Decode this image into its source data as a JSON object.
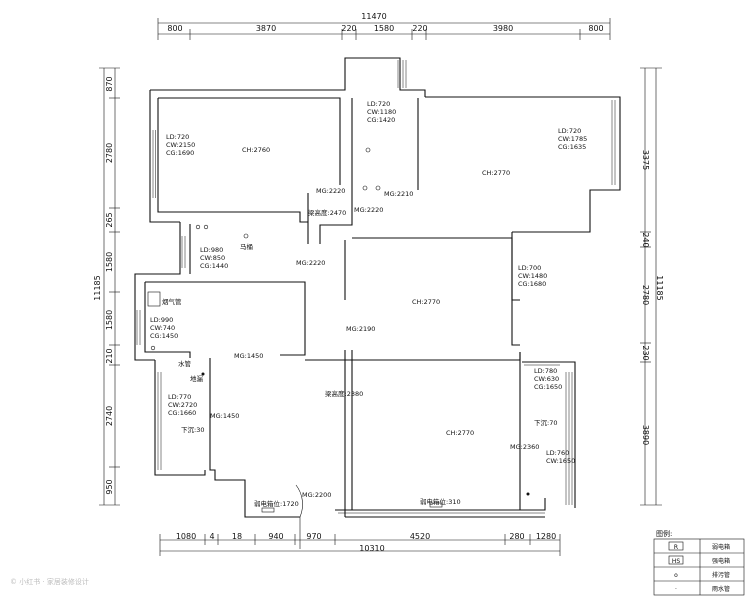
{
  "top_total": "11470",
  "top_dims": [
    "800",
    "3870",
    "220",
    "1580",
    "220",
    "3980",
    "800"
  ],
  "bottom_dims": [
    "1080",
    "4",
    "18",
    "940",
    "970",
    "4520",
    "280",
    "1280"
  ],
  "bottom_total": "10310",
  "left_dims": [
    "870",
    "2780",
    "265",
    "1580",
    "1580",
    "210",
    "2740",
    "950"
  ],
  "left_total": "11185",
  "right_dims": [
    "3375",
    "240",
    "2780",
    "230",
    "3890"
  ],
  "right_total": "11185",
  "rooms": {
    "r1": {
      "ld": "LD:720",
      "cw": "CW:2150",
      "cg": "CG:1690",
      "ch": "CH:2760"
    },
    "r2": {
      "ld": "LD:720",
      "cw": "CW:1180",
      "cg": "CG:1420"
    },
    "r3": {
      "ld": "LD:720",
      "cw": "CW:1785",
      "cg": "CG:1635",
      "ch": "CH:2770"
    },
    "r4": {
      "ld": "LD:980",
      "cw": "CW:850",
      "cg": "CG:1440",
      "name": "马桶"
    },
    "r5": {
      "ld": "LD:700",
      "cw": "CW:1480",
      "cg": "CG:1680",
      "ch": "CH:2770"
    },
    "r6": {
      "ld": "LD:990",
      "cw": "CW:740",
      "cg": "CG:1450",
      "name": "烟气管"
    },
    "r7": {
      "ld": "LD:780",
      "cw": "CW:630",
      "cg": "CG:1650",
      "sink": "下沉:70"
    },
    "r8": {
      "ld": "LD:770",
      "cw": "CW:2720",
      "cg": "CG:1660",
      "sink": "下沉:30"
    },
    "r9": {
      "ch": "CH:2770"
    },
    "r10": {
      "ld": "LD:760",
      "cw": "CW:1650"
    }
  },
  "labels": {
    "mg2220a": "MG:2220",
    "mg2210": "MG:2210",
    "mg2220b": "MG:2220",
    "beam2470": "梁高度:2470",
    "mg2220c": "MG:2220",
    "mg2190": "MG:2190",
    "mg1450a": "MG:1450",
    "water": "水管",
    "floor_drain": "地漏",
    "mg1450b": "MG:1450",
    "beam2380": "梁高度:2380",
    "mg2360": "MG:2360",
    "mg2200": "MG:2200",
    "elec_box": "弱电箱位:1720",
    "elec_box2": "弱电箱位:310"
  },
  "legend": {
    "title": "图例:",
    "items": [
      {
        "symbol": "R",
        "text": "弱电箱"
      },
      {
        "symbol": "HS",
        "text": "强电箱"
      },
      {
        "symbol": "o",
        "text": "排污管"
      },
      {
        "symbol": "·",
        "text": "雨水管"
      }
    ]
  },
  "watermark": "© 小红书 · 家居装修设计"
}
